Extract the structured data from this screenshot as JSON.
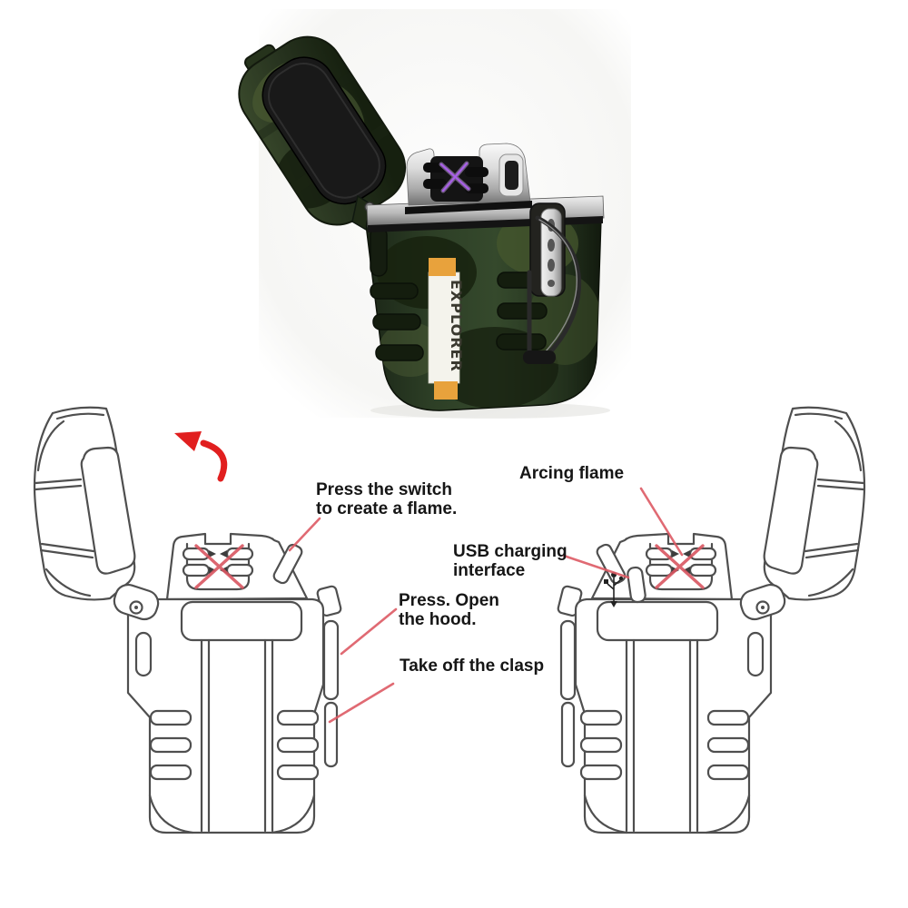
{
  "product_photo": {
    "brand_label": "EXPLORER"
  },
  "annotations": {
    "press_switch": {
      "line1": "Press the switch",
      "line2": "to create a flame."
    },
    "arcing_flame": {
      "line1": "Arcing flame"
    },
    "usb_charging": {
      "line1": "USB charging",
      "line2": "interface"
    },
    "press_open": {
      "line1": "Press. Open",
      "line2": "the hood."
    },
    "take_clasp": {
      "line1": "Take off the clasp"
    }
  },
  "colors": {
    "camo_green_dark": "#1b2617",
    "camo_green": "#2d3f26",
    "camo_olive": "#46572e",
    "label_white": "#f4f3ec",
    "label_orange": "#e8a23c",
    "arc_purple": "#a95fe8",
    "chrome": "#c9c9c9",
    "sketch_line": "#4f4f4f",
    "leader_line": "#dd5a64",
    "arrow_red": "#e11f1f"
  }
}
